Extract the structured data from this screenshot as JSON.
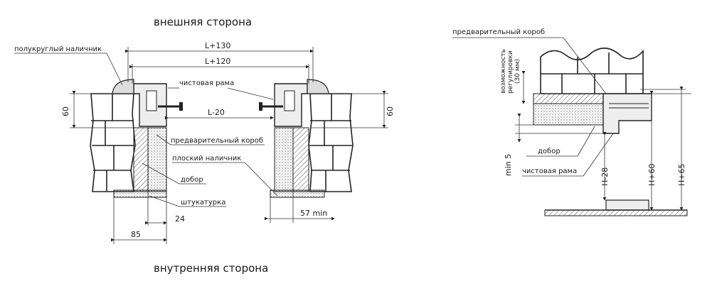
{
  "headings": {
    "outer_side": "внешняя сторона",
    "inner_side": "внутренняя сторона"
  },
  "left_labels": {
    "round_casing": "полукруглый наличник",
    "finish_frame": "чистовая рама",
    "pre_box": "предварительный короб",
    "flat_casing": "плоский наличник",
    "extension": "добор",
    "plaster": "штукатурка"
  },
  "left_dims": {
    "l130": "L+130",
    "l120": "L+120",
    "l20": "L-20",
    "d60_left": "60",
    "d60_right": "60",
    "d24": "24",
    "d85": "85",
    "d57": "57 min"
  },
  "right_labels": {
    "pre_box": "предварительный короб",
    "adjust_line1": "возможность",
    "adjust_line2": "регулировки",
    "adjust_line3": "(30 мм)",
    "extension": "добор",
    "finish_frame": "чистовая рама"
  },
  "right_dims": {
    "min5": "min 5",
    "h28": "H-28",
    "h60": "H+60",
    "h65": "H+65"
  }
}
